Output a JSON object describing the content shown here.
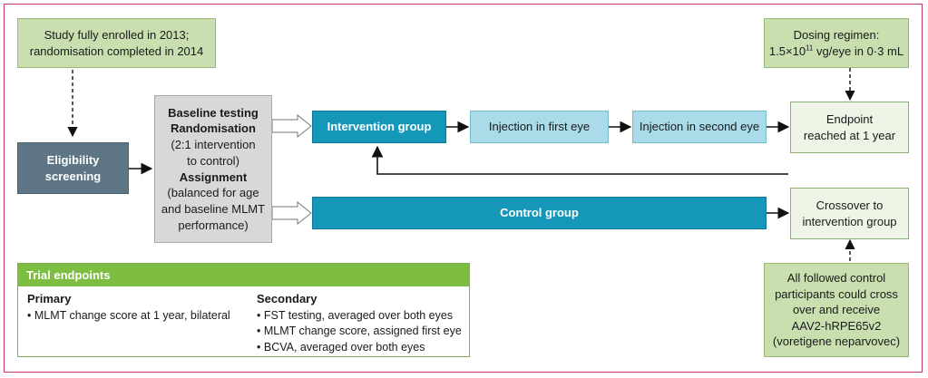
{
  "notes": {
    "enrollment": [
      "Study fully enrolled in 2013;",
      "randomisation completed in 2014"
    ],
    "dosing": {
      "line1": "Dosing regimen:",
      "dose_prefix": "1.5×10",
      "dose_exponent": "11",
      "dose_suffix": " vg/eye in 0·3 mL"
    },
    "crossover_note": [
      "All followed control",
      "participants could cross",
      "over and receive",
      "AAV2-hRPE65v2",
      "(voretigene neparvovec)"
    ]
  },
  "boxes": {
    "eligibility": [
      "Eligibility",
      "screening"
    ],
    "baseline": {
      "baseline_testing": "Baseline testing",
      "randomisation": "Randomisation",
      "randomisation_detail": [
        "(2:1 intervention",
        "to control)"
      ],
      "assignment": "Assignment",
      "assignment_detail": [
        "(balanced for age",
        "and baseline MLMT",
        "performance)"
      ]
    },
    "intervention_group": "Intervention group",
    "control_group": "Control group",
    "injection_first": "Injection in first eye",
    "injection_second": "Injection in second eye",
    "endpoint": [
      "Endpoint",
      "reached at 1 year"
    ],
    "crossover": [
      "Crossover to",
      "intervention group"
    ]
  },
  "trial_endpoints": {
    "title": "Trial endpoints",
    "primary": {
      "heading": "Primary",
      "items": [
        "MLMT change score at 1 year, bilateral"
      ]
    },
    "secondary": {
      "heading": "Secondary",
      "items": [
        "FST testing, averaged over both eyes",
        "MLMT change score, assigned first eye",
        "BCVA, averaged over both eyes"
      ]
    }
  },
  "colors": {
    "frame": "#c83a6e",
    "note_green": "#c9dfb0",
    "endpoint_green": "#eef5e7",
    "screening_slate": "#5d7584",
    "group_teal": "#1597ba",
    "injection_blue": "#a9dbe9",
    "baseline_grey": "#d8d8d8",
    "header_green": "#7cbd42"
  }
}
